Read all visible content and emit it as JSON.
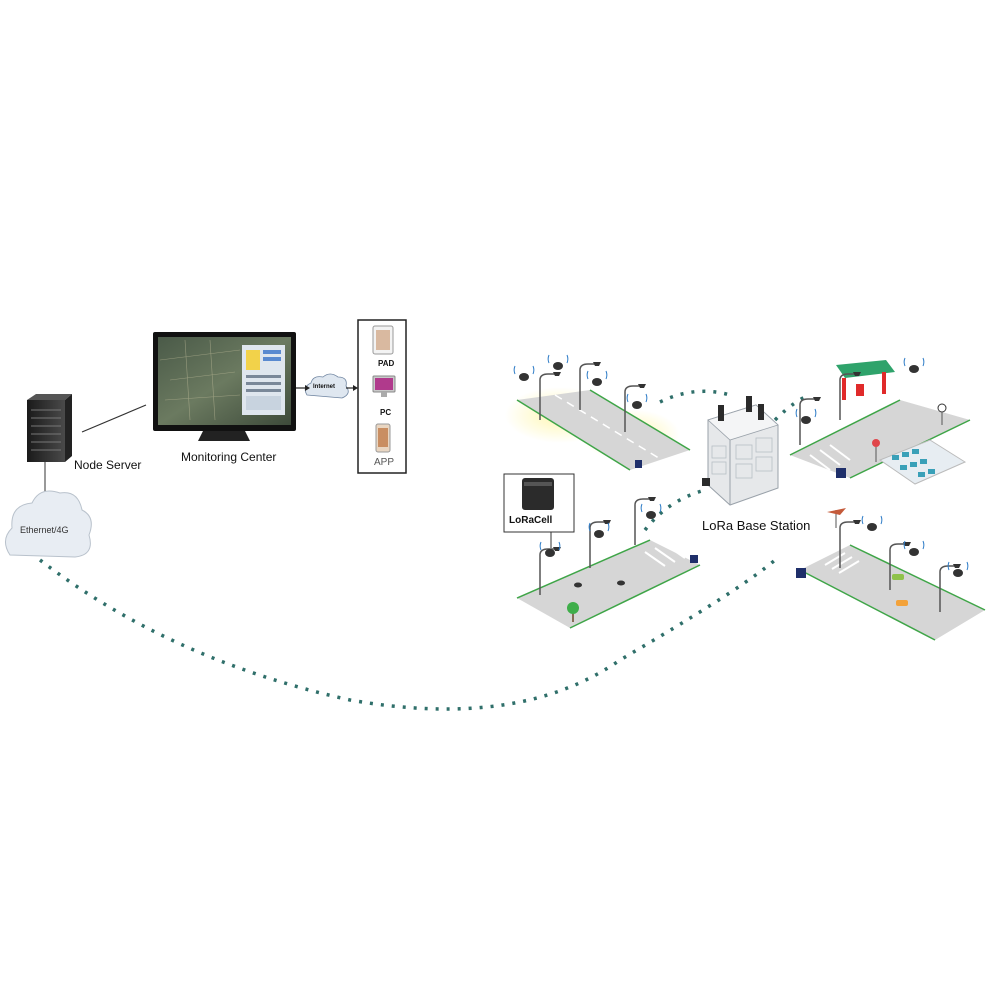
{
  "labels": {
    "node_server": "Node Server",
    "monitoring_center": "Monitoring Center",
    "ethernet": "Ethernet/4G",
    "internet": "Internet",
    "pad": "PAD",
    "pc": "PC",
    "app": "APP",
    "base_station": "LoRa Base Station",
    "loracell": "LoRaCell"
  },
  "colors": {
    "signal": "#2f6f6a",
    "road": "#d6d6d6",
    "road_edge": "#3fa548",
    "cloud": "#e8edf3"
  },
  "icons": [
    "server-icon",
    "monitor-icon",
    "cloud-icon",
    "tablet-icon",
    "desktop-icon",
    "phone-icon",
    "base-station-icon",
    "sensor-icon",
    "streetlight-icon",
    "gas-station-icon",
    "parking-icon",
    "car-icon",
    "tree-icon"
  ]
}
